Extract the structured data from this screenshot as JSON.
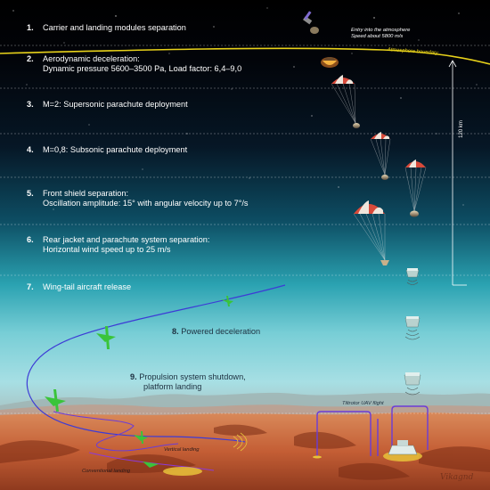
{
  "steps": [
    {
      "number": "1.",
      "title": "Carrier and landing modules separation",
      "detail": ""
    },
    {
      "number": "2.",
      "title": "Aerodynamic deceleration:",
      "detail": "Dynamic pressure 5600–3500 Pa, Load factor: 6,4–9,0"
    },
    {
      "number": "3.",
      "title": "M=2: Supersonic parachute deployment",
      "detail": ""
    },
    {
      "number": "4.",
      "title": "M=0,8: Subsonic parachute deployment",
      "detail": ""
    },
    {
      "number": "5.",
      "title": "Front shield separation:",
      "detail": "Oscillation amplitude: 15° with angular velocity up to 7°/s"
    },
    {
      "number": "6.",
      "title": "Rear jacket and parachute system separation:",
      "detail": "Horizontal wind speed up to 25 m/s"
    },
    {
      "number": "7.",
      "title": "Wing-tail aircraft release",
      "detail": ""
    }
  ],
  "flight_steps": [
    {
      "number": "8.",
      "title": "Powered deceleration",
      "detail": ""
    },
    {
      "number": "9.",
      "title": "Propulsion system shutdown,",
      "detail": "platform landing"
    }
  ],
  "annotations": {
    "entry_line1": "Entry into the atmosphere",
    "entry_line2": "Speed about 5800 m/s",
    "atmosphere_boundary": "Atmosphere boundary",
    "altitude": "120 km",
    "tiltrotor": "Tiltrotor UAV flight",
    "vertical_landing": "Vertical landing",
    "conventional_landing": "Conventional landing",
    "signature": "Vikagnd"
  },
  "colors": {
    "boundary": "#e8d21a",
    "trajectory": "#3d3bd6",
    "aircraft": "#3ac43a",
    "step_text": "#ffffff",
    "flight_text": "#1c2f3f"
  }
}
